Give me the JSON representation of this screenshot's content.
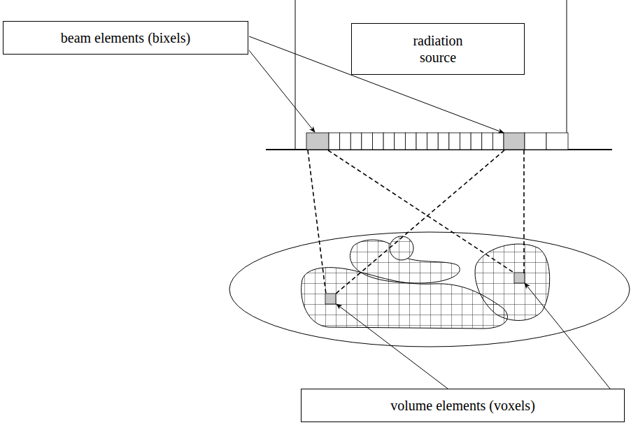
{
  "diagram": {
    "nodes": [
      {
        "text": [
          "beam elements (bixels)"
        ]
      },
      {
        "text": [
          "radiation source"
        ]
      },
      {
        "text": [
          "volume elements (voxels)"
        ]
      }
    ]
  }
}
